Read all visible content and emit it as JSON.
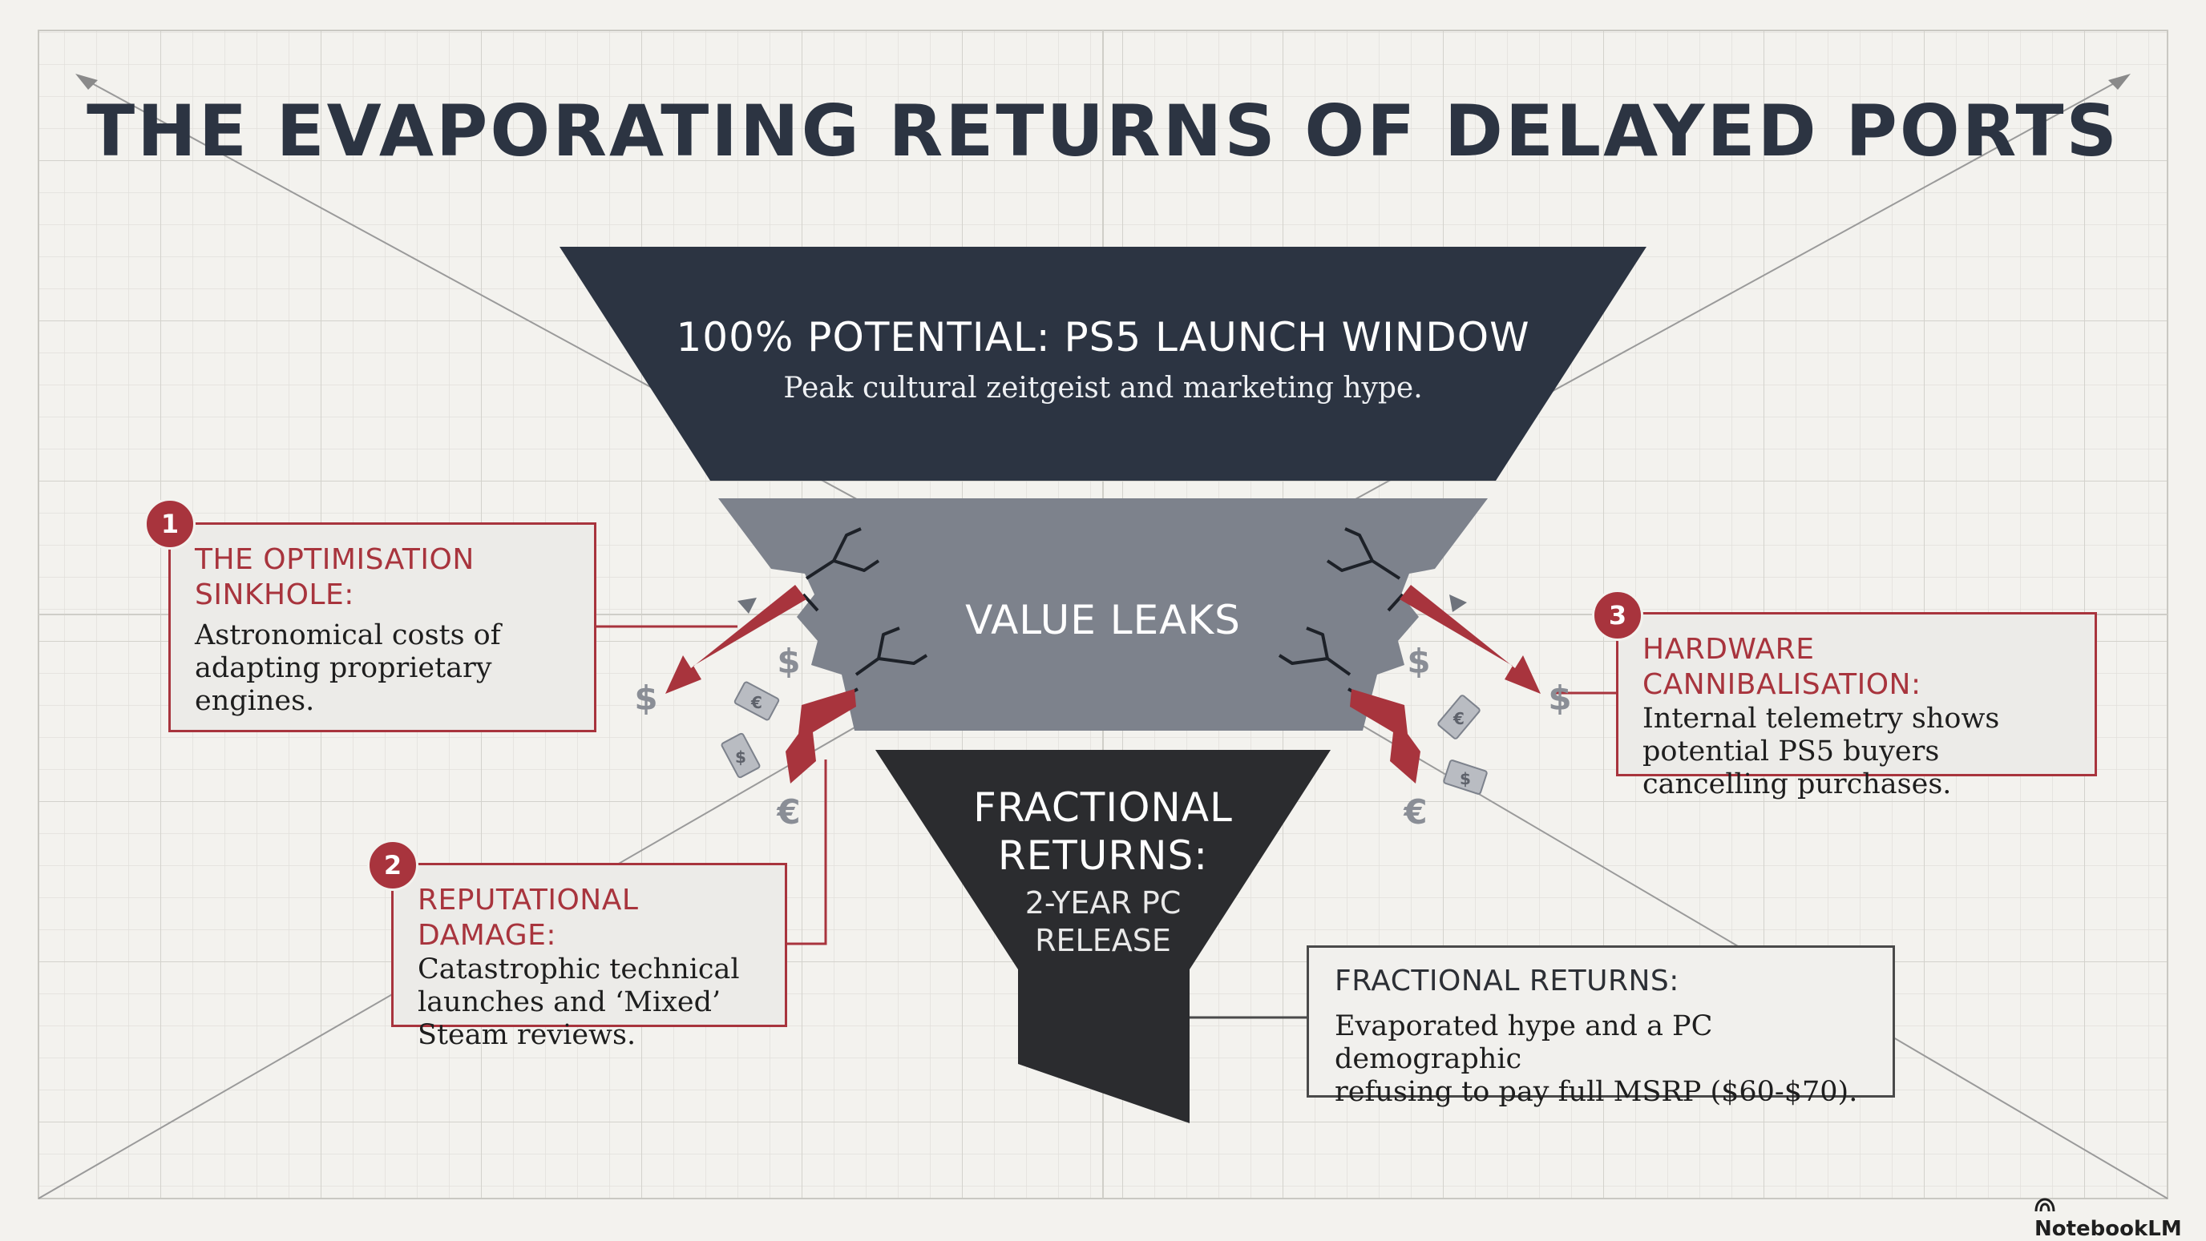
{
  "title": "THE EVAPORATING RETURNS OF DELAYED PORTS",
  "funnel": {
    "top": {
      "heading": "100% POTENTIAL: PS5 LAUNCH WINDOW",
      "subtitle": "Peak cultural zeitgeist and marketing hype.",
      "color": "#2c3442"
    },
    "middle": {
      "heading": "VALUE LEAKS",
      "color": "#7d828c"
    },
    "bottom": {
      "heading_line1": "FRACTIONAL",
      "heading_line2": "RETURNS:",
      "subtitle_line1": "2-YEAR PC",
      "subtitle_line2": "RELEASE",
      "color": "#2b2c2f"
    }
  },
  "callouts": [
    {
      "number": "1",
      "heading_line1": "THE OPTIMISATION",
      "heading_line2": "SINKHOLE:",
      "body_line1": "Astronomical costs of",
      "body_line2": "adapting proprietary",
      "body_line3": "engines."
    },
    {
      "number": "2",
      "heading": "REPUTATIONAL DAMAGE:",
      "body_line1": "Catastrophic technical",
      "body_line2": "launches and ‘Mixed’",
      "body_line3": "Steam reviews."
    },
    {
      "number": "3",
      "heading": "HARDWARE CANNIBALISATION:",
      "body_line1": "Internal telemetry shows",
      "body_line2": "potential PS5 buyers",
      "body_line3": "cancelling purchases."
    }
  ],
  "summary": {
    "heading": "FRACTIONAL RETURNS:",
    "body_line1": "Evaporated hype and a PC demographic",
    "body_line2": "refusing to pay full MSRP ($60-$70)."
  },
  "currency": {
    "dollar": "$",
    "euro": "€"
  },
  "brand": "NotebookLM",
  "colors": {
    "accent_red": "#a8343d",
    "navy": "#2c3442",
    "grey": "#7d828c",
    "charcoal": "#2b2c2f",
    "background": "#f3f2ee"
  }
}
